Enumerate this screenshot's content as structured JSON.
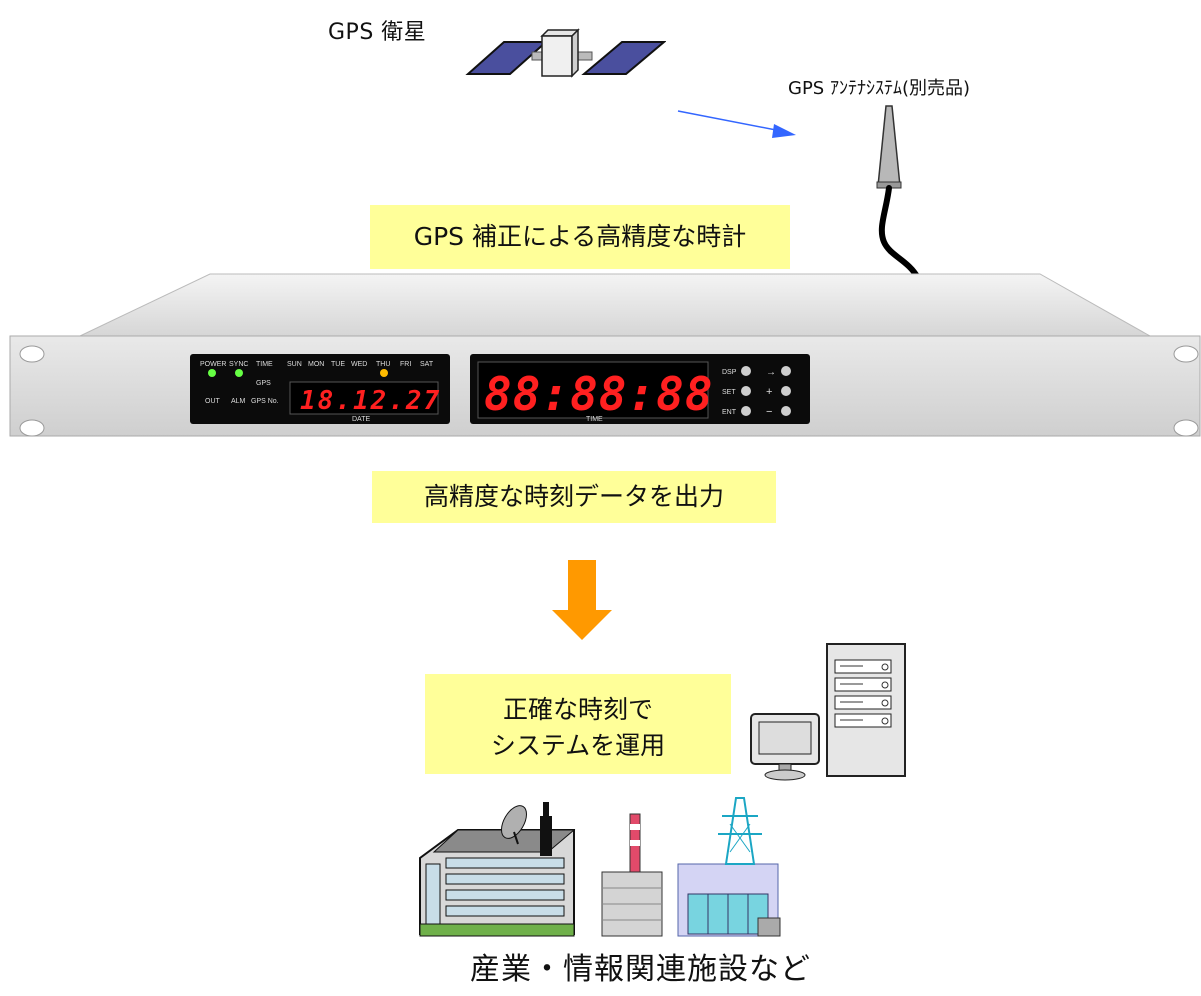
{
  "satellite": {
    "label": "GPS 衛星"
  },
  "antenna": {
    "label": "GPS ｱﾝﾃﾅｼｽﾃﾑ(別売品)"
  },
  "notes": {
    "gps_clock": "GPS 補正による高精度な時計",
    "output": "高精度な時刻データを出力",
    "operation_line1": "正確な時刻で",
    "operation_line2": "システムを運用"
  },
  "device": {
    "status_labels": [
      "POWER",
      "SYNC",
      "TIME",
      "GPS",
      "OUT",
      "ALM",
      "GPS No."
    ],
    "weekdays": [
      "SUN",
      "MON",
      "TUE",
      "WED",
      "THU",
      "FRI",
      "SAT"
    ],
    "date_value": "18.12.27",
    "date_caption": "DATE",
    "time_value": "88:88:88",
    "time_caption": "TIME",
    "buttons": [
      "DSP",
      "SET",
      "ENT",
      "→",
      "+",
      "−"
    ]
  },
  "facilities": {
    "label": "産業・情報関連施設など"
  },
  "colors": {
    "note_bg": "#ffff99",
    "arrow_orange": "#ff9900",
    "signal_blue": "#3366ff",
    "led_red": "#ff2020",
    "led_green": "#66ff44",
    "led_amber": "#ffbb00"
  }
}
